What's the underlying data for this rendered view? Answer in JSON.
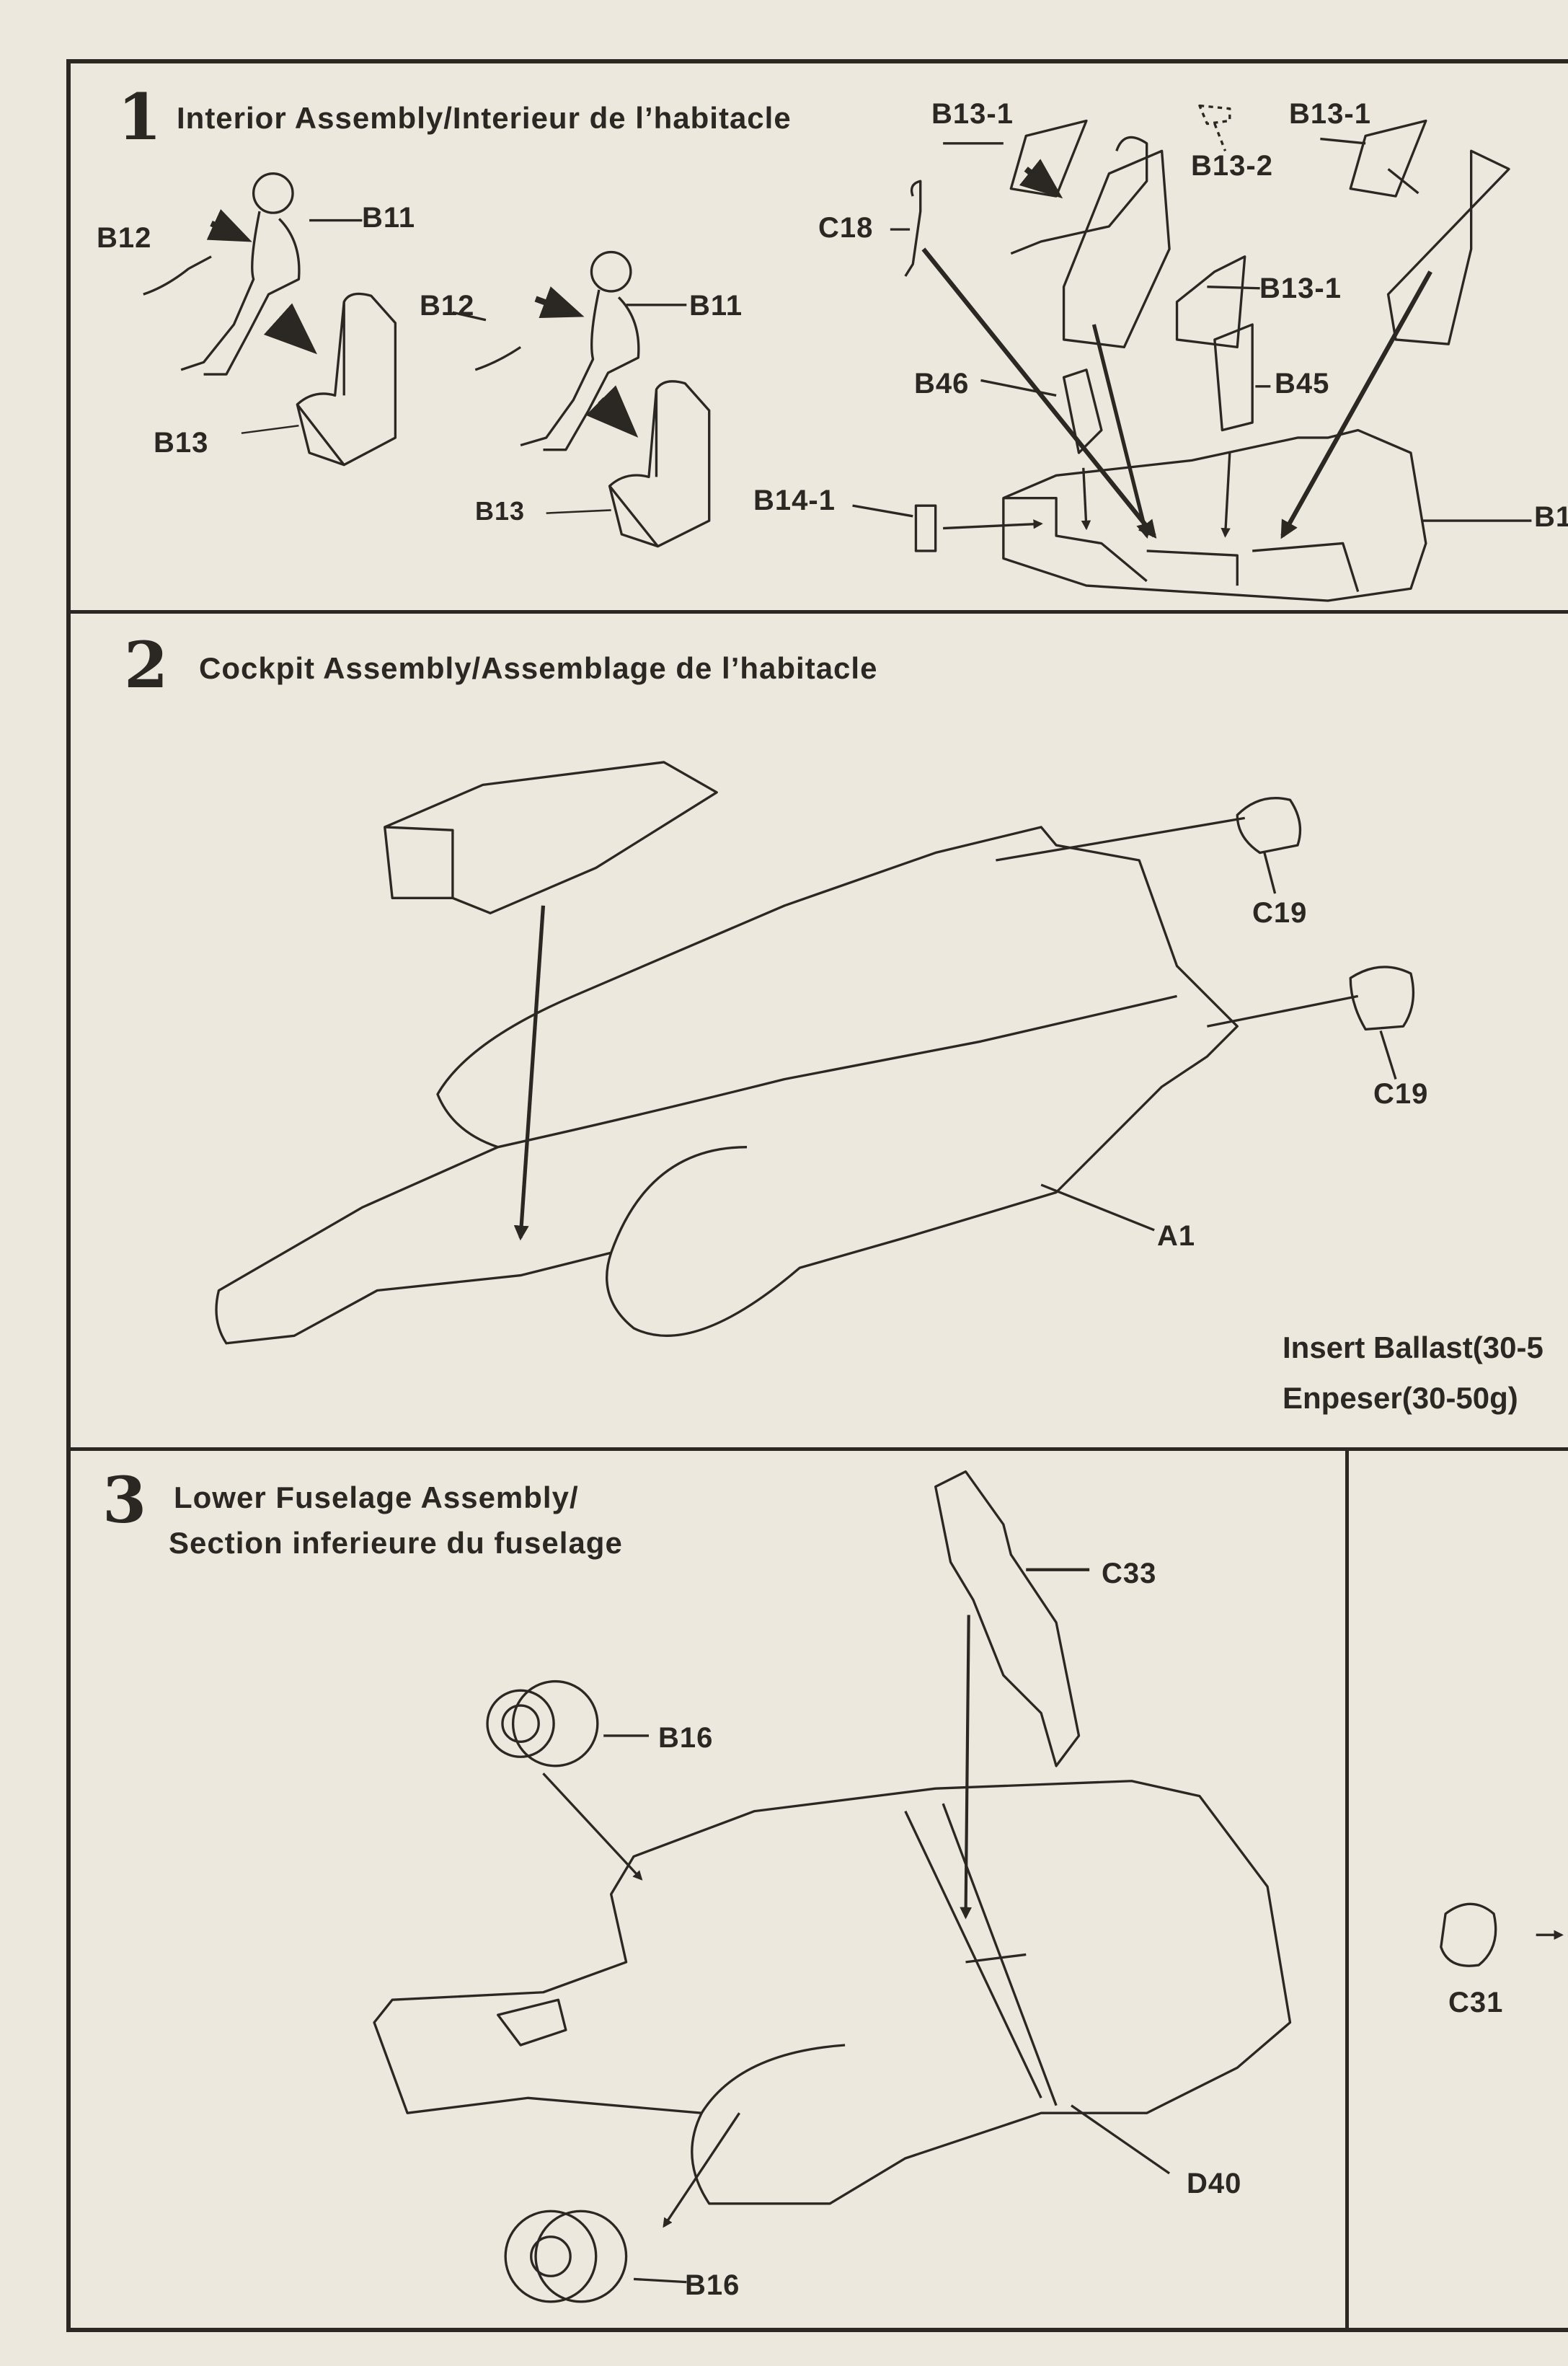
{
  "step1": {
    "number": "1",
    "title": "Interior Assembly/Interieur de l’habitacle",
    "labels": {
      "b12_a": "B12",
      "b11_a": "B11",
      "b13_a": "B13",
      "b12_b": "B12",
      "b11_b": "B11",
      "b13_b": "B13",
      "c18": "C18",
      "b13_1_a": "B13-1",
      "b13_2": "B13-2",
      "b13_1_b": "B13-1",
      "b13_1_c": "B13-1",
      "b46": "B46",
      "b45": "B45",
      "b14_1": "B14-1",
      "b1x": "B1"
    }
  },
  "step2": {
    "number": "2",
    "title": "Cockpit Assembly/Assemblage de l’habitacle",
    "labels": {
      "c19_a": "C19",
      "c19_b": "C19",
      "a1": "A1"
    },
    "note_en": "Insert Ballast(30-5",
    "note_fr": "Enpeser(30-50g)"
  },
  "step3": {
    "number": "3",
    "title_line1": "Lower Fuselage Assembly/",
    "title_line2": "Section inferieure du fuselage",
    "labels": {
      "c33": "C33",
      "b16_a": "B16",
      "d40": "D40",
      "b16_b": "B16",
      "c31": "C31"
    }
  }
}
